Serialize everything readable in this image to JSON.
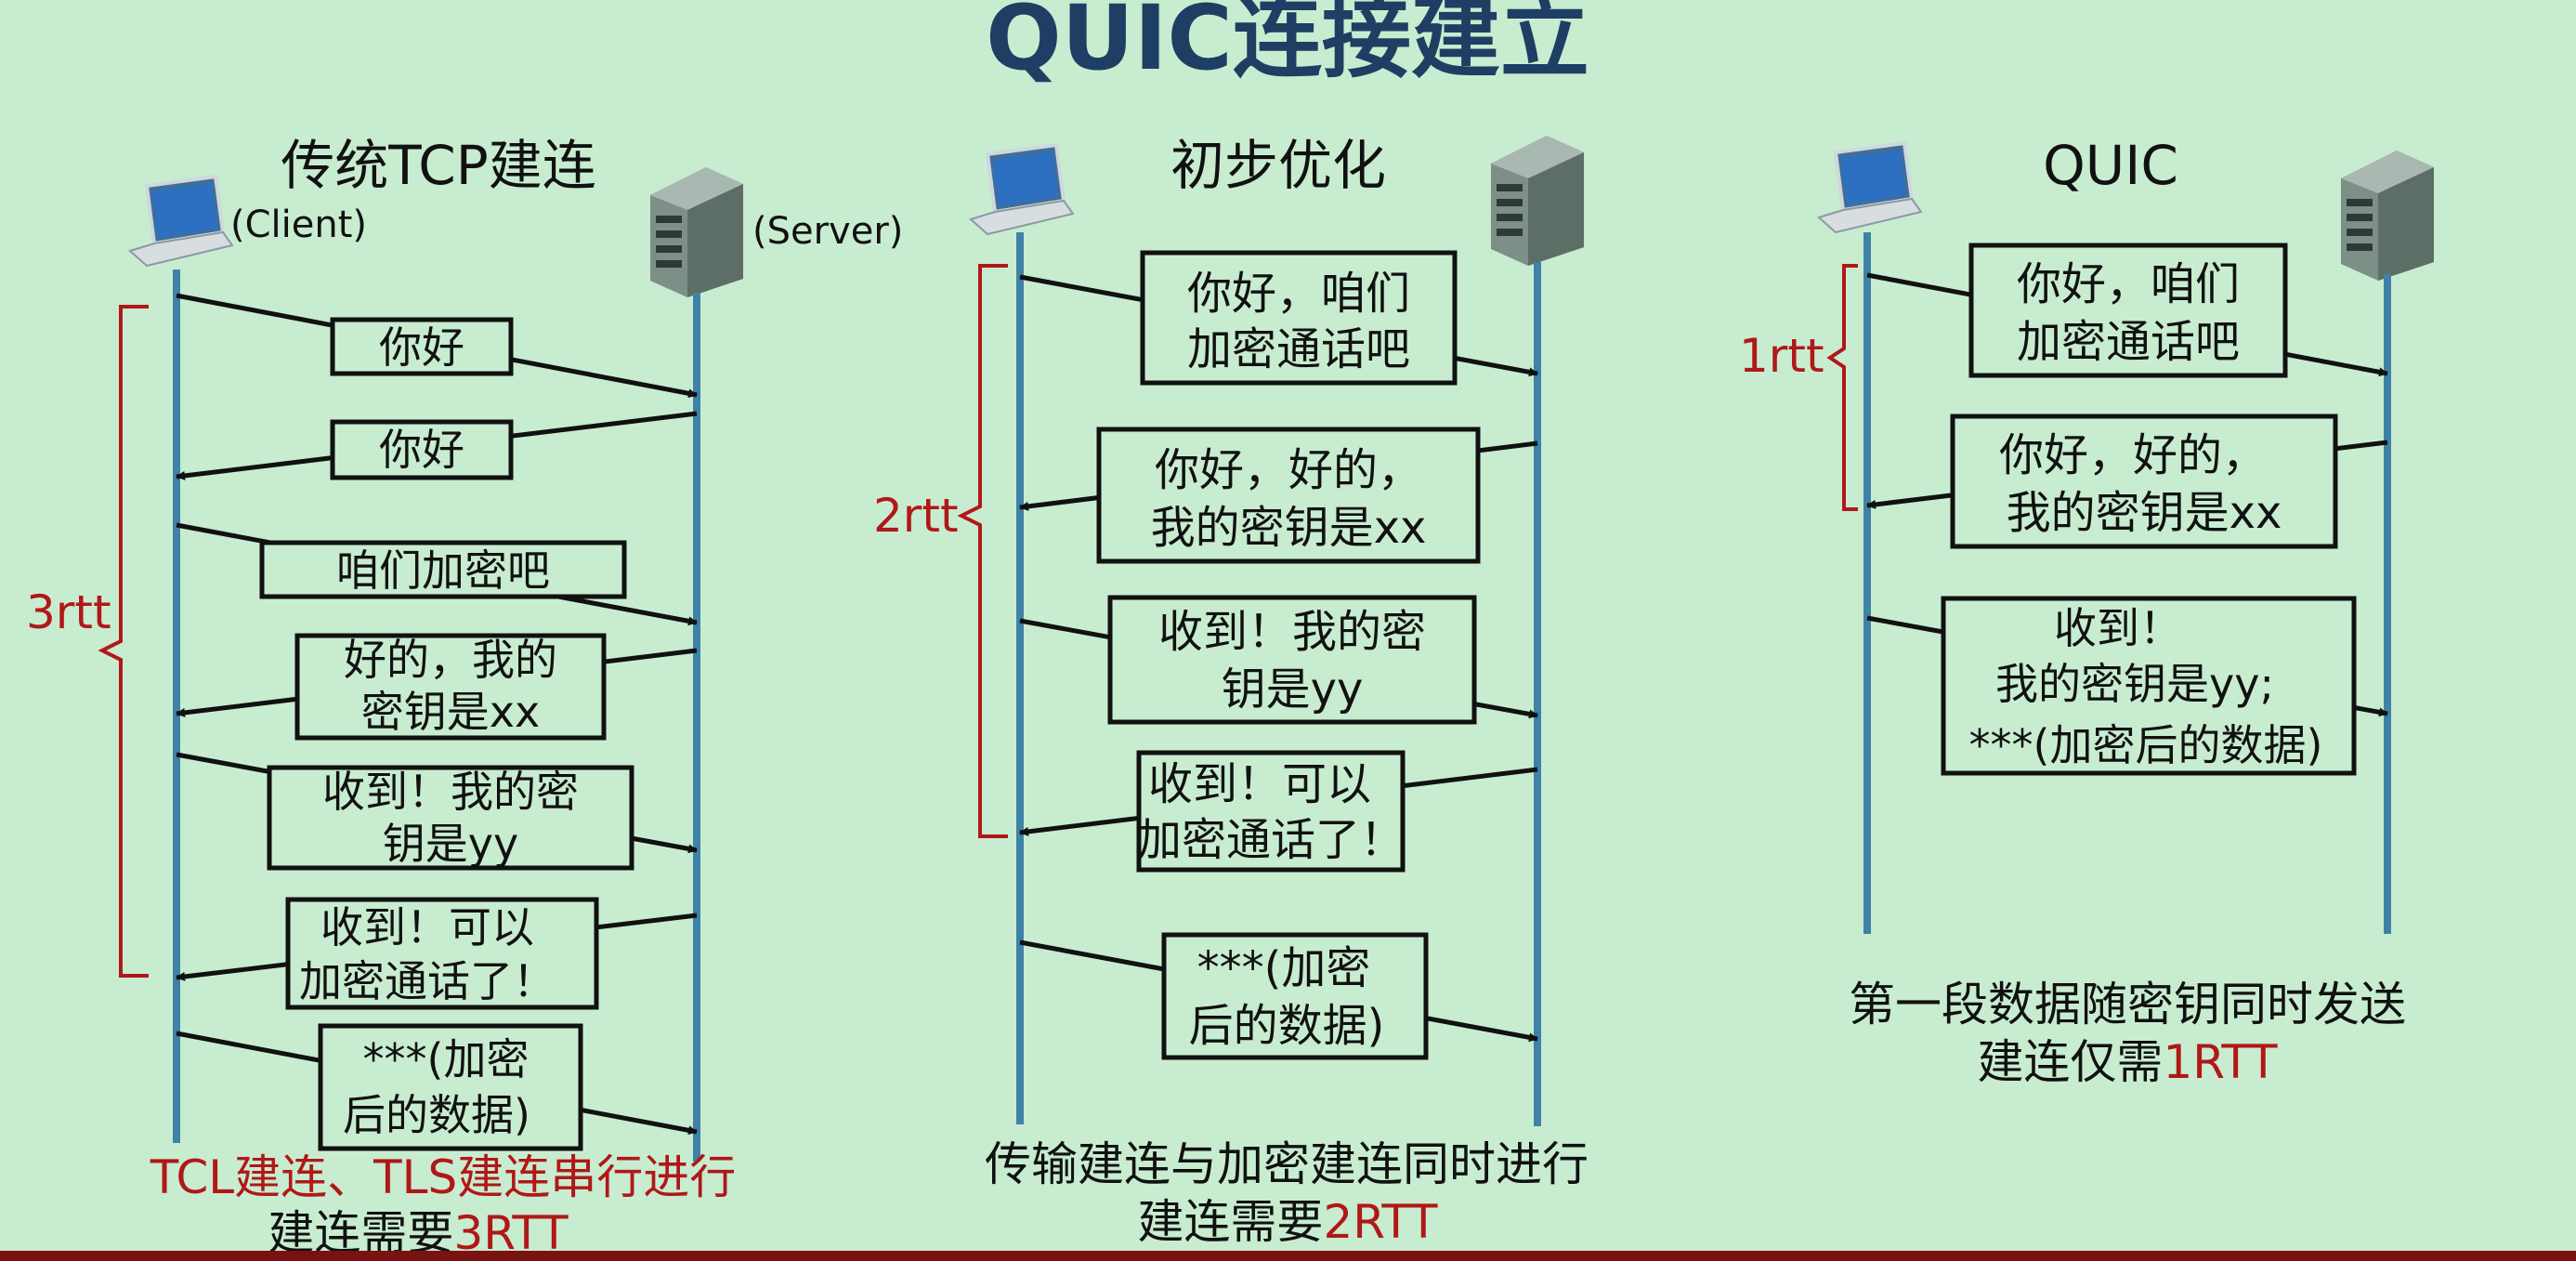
{
  "title": "QUIC连接建立",
  "colors": {
    "background": "#c8ecd0",
    "title": "#1f3e63",
    "timeline": "#3f82a8",
    "accent_red": "#b01818",
    "box_fill": "#c8ecd0",
    "text": "#111111",
    "bottom_bar": "#7a1212"
  },
  "icons": {
    "client": "laptop-icon",
    "server": "server-tower-icon"
  },
  "panels": [
    {
      "heading": "传统TCP建连",
      "client_label": "(Client)",
      "server_label": "(Server)",
      "bracket_label": "3rtt",
      "messages": [
        {
          "lines": [
            "你好"
          ]
        },
        {
          "lines": [
            "你好"
          ]
        },
        {
          "lines": [
            "咱们加密吧"
          ]
        },
        {
          "lines": [
            "好的，我的",
            "密钥是xx"
          ]
        },
        {
          "lines": [
            "收到！我的密",
            "钥是yy"
          ]
        },
        {
          "lines": [
            "收到！可以",
            "加密通话了！"
          ]
        },
        {
          "lines": [
            "***(加密",
            "后的数据)"
          ]
        }
      ],
      "caption_red": "TCL建连、TLS建连串行进行",
      "caption_prefix": "建连需要",
      "caption_highlight": "3RTT"
    },
    {
      "heading": "初步优化",
      "bracket_label": "2rtt",
      "messages": [
        {
          "lines": [
            "你好，咱们",
            "加密通话吧"
          ]
        },
        {
          "lines": [
            "你好，好的，",
            "我的密钥是xx"
          ]
        },
        {
          "lines": [
            "收到！我的密",
            "钥是yy"
          ]
        },
        {
          "lines": [
            "收到！可以",
            "加密通话了！"
          ]
        },
        {
          "lines": [
            "***(加密",
            "后的数据)"
          ]
        }
      ],
      "caption_main": "传输建连与加密建连同时进行",
      "caption_prefix": "建连需要",
      "caption_highlight": "2RTT"
    },
    {
      "heading": "QUIC",
      "bracket_label": "1rtt",
      "messages": [
        {
          "lines": [
            "你好，咱们",
            "加密通话吧"
          ]
        },
        {
          "lines": [
            "你好，好的，",
            "我的密钥是xx"
          ]
        },
        {
          "lines": [
            "收到！",
            "我的密钥是yy;",
            "***(加密后的数据)"
          ]
        }
      ],
      "caption_main": "第一段数据随密钥同时发送",
      "caption_prefix": "建连仅需",
      "caption_highlight": "1RTT"
    }
  ]
}
